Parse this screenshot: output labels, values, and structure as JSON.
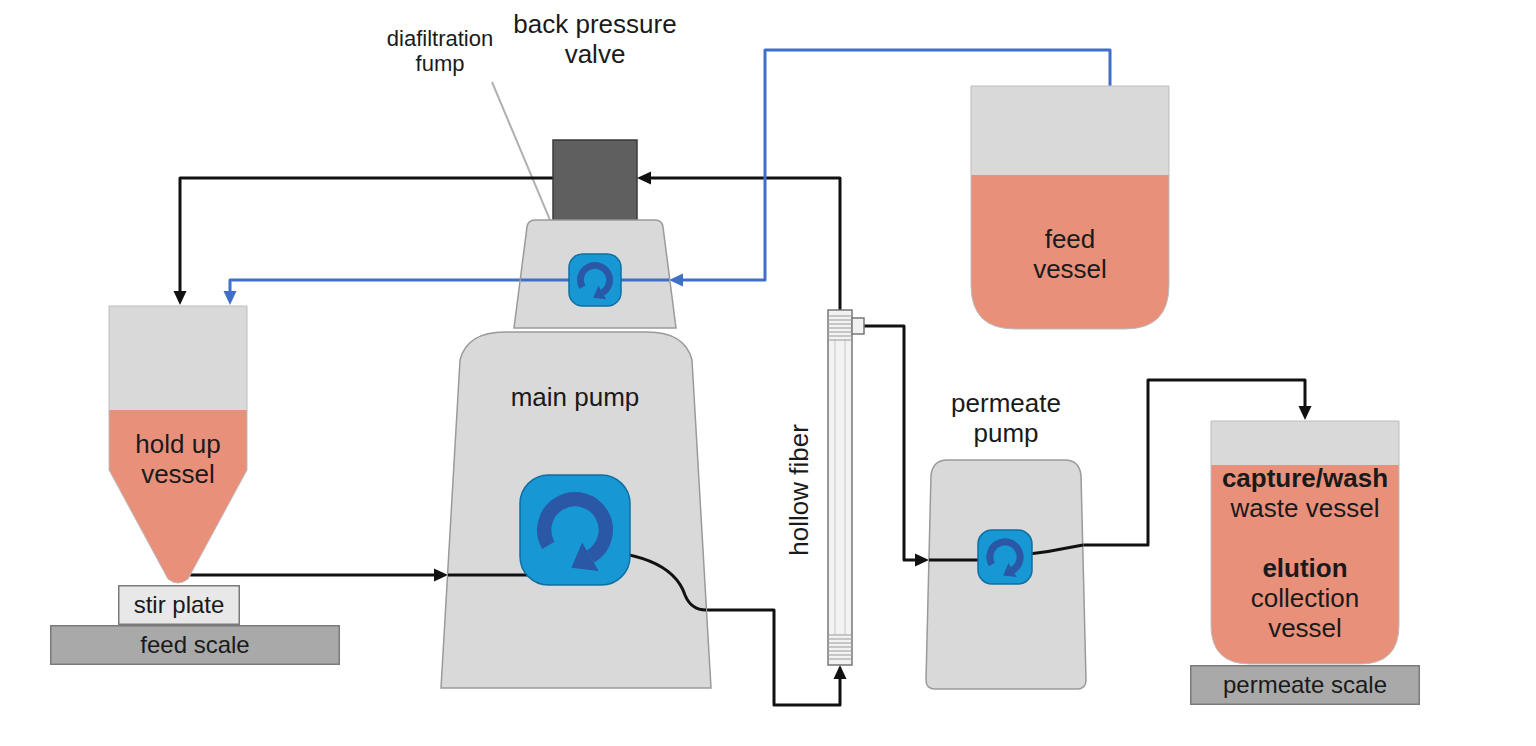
{
  "diagram": {
    "nodes": [
      {
        "text": [
          "back pressure valve"
        ]
      },
      {
        "text": [
          "feed vessel"
        ]
      },
      {
        "text": [
          "main pump"
        ]
      },
      {
        "text": [
          "hollow fiber"
        ]
      },
      {
        "text": [
          "hold up vessel"
        ]
      },
      {
        "text": [
          "permeate pump"
        ]
      },
      {
        "text": [
          "capture/wash",
          "waste vessel",
          "elution",
          "collection vessel"
        ]
      },
      {
        "text": [
          "stir plate"
        ]
      },
      {
        "text": [
          "feed scale"
        ]
      },
      {
        "text": [
          "permeate scale"
        ]
      }
    ],
    "edges": [
      {
        "from": 4,
        "to": 2,
        "arrow": "to"
      },
      {
        "from": 2,
        "to": 3,
        "arrow": "to"
      },
      {
        "from": 3,
        "to": 0,
        "arrow": "to"
      },
      {
        "from": 0,
        "to": 4,
        "arrow": "to"
      },
      {
        "from": 3,
        "to": 5,
        "arrow": "to"
      },
      {
        "from": 5,
        "to": 6,
        "arrow": "to"
      },
      {
        "from": 1,
        "to": 2,
        "arrow": "to"
      },
      {
        "from": 2,
        "to": 4,
        "arrow": "to"
      }
    ],
    "labels": [
      "diafiltration fump"
    ]
  }
}
